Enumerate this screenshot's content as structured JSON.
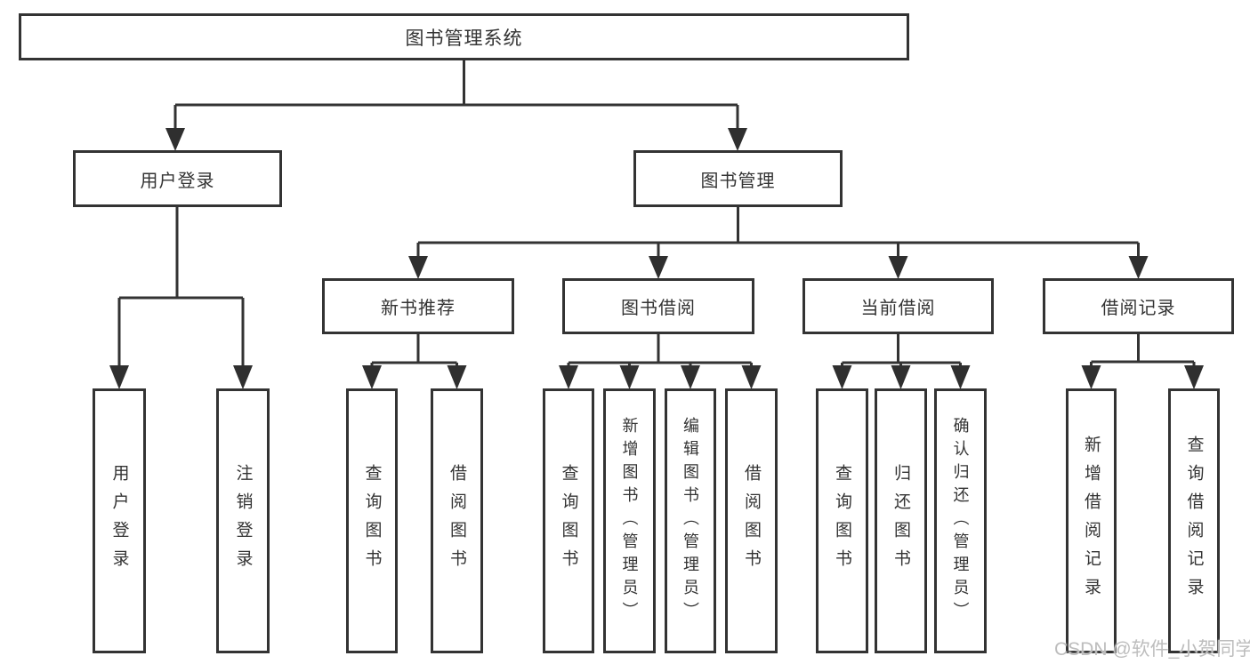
{
  "tree": {
    "label": "图书管理系统",
    "children": [
      {
        "label": "用户登录",
        "children": [
          {
            "label": "用户登录"
          },
          {
            "label": "注销登录"
          }
        ]
      },
      {
        "label": "图书管理",
        "children": [
          {
            "label": "新书推荐",
            "children": [
              {
                "label": "查询图书"
              },
              {
                "label": "借阅图书"
              }
            ]
          },
          {
            "label": "图书借阅",
            "children": [
              {
                "label": "查询图书"
              },
              {
                "label": "新增图书（管理员）"
              },
              {
                "label": "编辑图书（管理员）"
              },
              {
                "label": "借阅图书"
              }
            ]
          },
          {
            "label": "当前借阅",
            "children": [
              {
                "label": "查询图书"
              },
              {
                "label": "归还图书"
              },
              {
                "label": "确认归还（管理员）"
              }
            ]
          },
          {
            "label": "借阅记录",
            "children": [
              {
                "label": "新增借阅记录"
              },
              {
                "label": "查询借阅记录"
              }
            ]
          }
        ]
      }
    ]
  },
  "watermark": {
    "text": "CSDN @软件_小贺同学"
  },
  "colors": {
    "line": "#333333",
    "text": "#333333",
    "watermark": "#bdbdbd",
    "background": "#ffffff"
  }
}
